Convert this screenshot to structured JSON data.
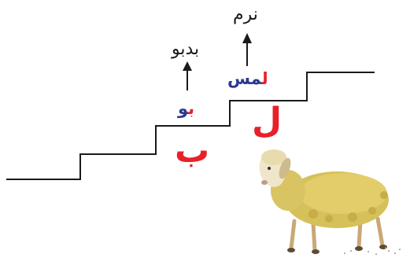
{
  "words": {
    "upper_right": "نرم",
    "upper_left": "بدبو"
  },
  "syllables": {
    "left": {
      "red": "ب",
      "blue": "و"
    },
    "right": {
      "red": "ل",
      "blue": "مس"
    }
  },
  "letters": {
    "left": "ب",
    "right": "ل"
  },
  "colors": {
    "red": "#e8202a",
    "blue": "#2b3a8f",
    "stairs": "#1a1a1a",
    "sheep_wool": "#d6c05a"
  }
}
